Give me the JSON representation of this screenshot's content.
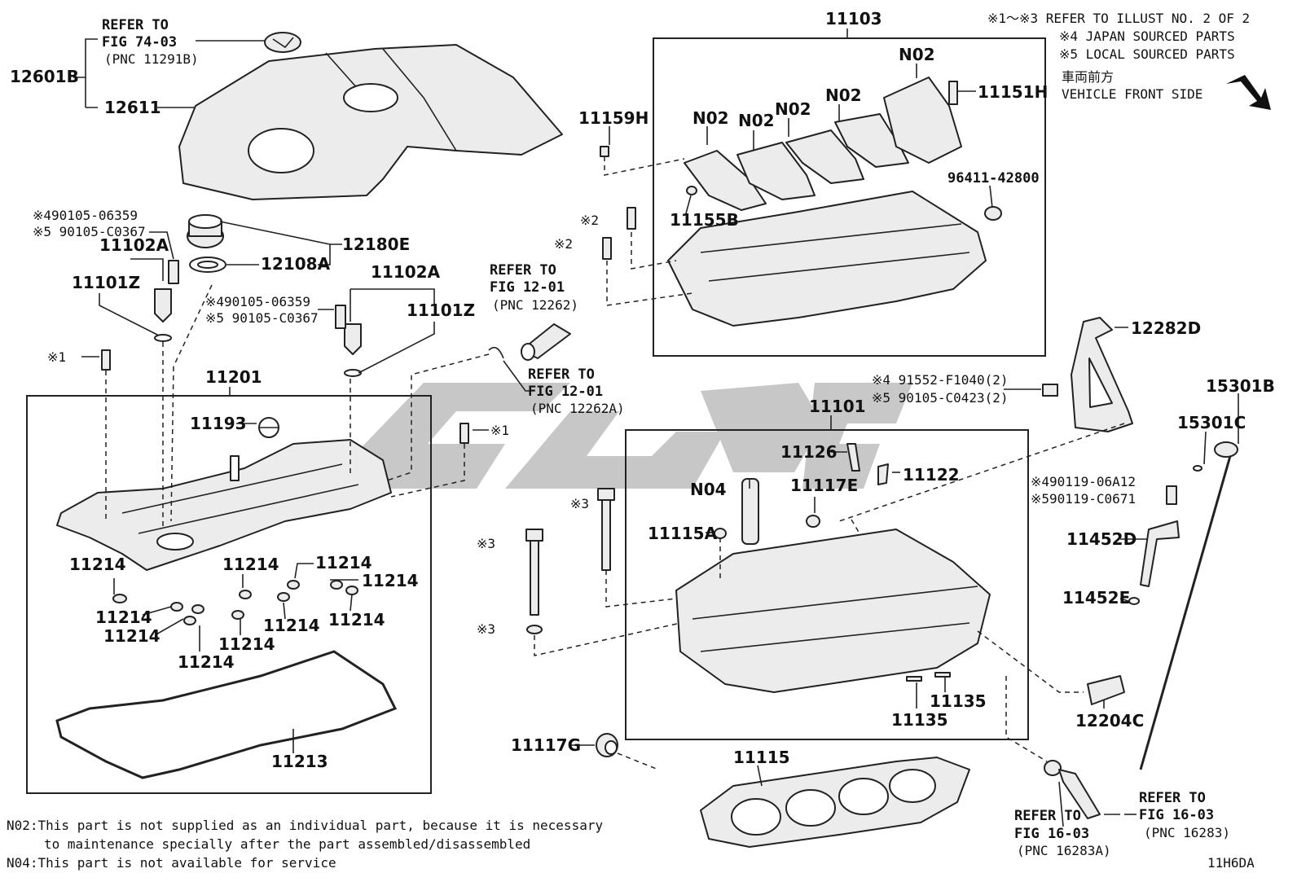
{
  "header": {
    "ref_line": "※1～※3 REFER TO ILLUST NO. 2 OF 2",
    "japan_line": "※4 JAPAN SOURCED PARTS",
    "local_line": "※5 LOCAL SOURCED PARTS",
    "jp_front": "車両前方",
    "front_side": "VEHICLE FRONT SIDE"
  },
  "refs": {
    "fig7403_a": "REFER TO",
    "fig7403_b": "FIG 74-03",
    "fig7403_c": "(PNC 11291B)",
    "fig1201_a": "REFER TO",
    "fig1201_b": "FIG 12-01",
    "fig1201_c": "(PNC 12262)",
    "fig1201b_a": "REFER TO",
    "fig1201b_b": "FIG 12-01",
    "fig1201b_c": "(PNC 12262A)",
    "fig1603a_a": "REFER TO",
    "fig1603a_b": "FIG 16-03",
    "fig1603a_c": "(PNC 16283A)",
    "fig1603_a": "REFER TO",
    "fig1603_b": "FIG 16-03",
    "fig1603_c": "(PNC 16283)"
  },
  "labels": {
    "p12601B": "12601B",
    "p12611": "12611",
    "p12180E": "12180E",
    "p12108A": "12108A",
    "bolt_a4": "※490105-06359",
    "bolt_a5": "※5 90105-C0367",
    "p11102A_1": "11102A",
    "p11101Z_1": "11101Z",
    "bolt_b4": "※490105-06359",
    "bolt_b5": "※5 90105-C0367",
    "p11102A_2": "11102A",
    "p11101Z_2": "11101Z",
    "mark1_a": "※1",
    "mark1_b": "※1",
    "p11201": "11201",
    "p11193": "11193",
    "p11214_a": "11214",
    "p11214_b": "11214",
    "p11214_c": "11214",
    "p11214_d": "11214",
    "p11214_e": "11214",
    "p11214_f": "11214",
    "p11214_g": "11214",
    "p11214_h": "11214",
    "p11214_i": "11214",
    "p11214_j": "11214",
    "p11213": "11213",
    "p11103": "11103",
    "n02_a": "N02",
    "n02_b": "N02",
    "n02_c": "N02",
    "n02_d": "N02",
    "n02_e": "N02",
    "p11151H": "11151H",
    "p11159H": "11159H",
    "p96411": "96411-42800",
    "mark2_a": "※2",
    "mark2_b": "※2",
    "p11155B": "11155B",
    "p12282D": "12282D",
    "bolt_c4": "※4 91552-F1040(2)",
    "bolt_c5": "※5 90105-C0423(2)",
    "p15301B": "15301B",
    "p15301C": "15301C",
    "p11101": "11101",
    "p11126": "11126",
    "p11122": "11122",
    "n04": "N04",
    "p11117E": "11117E",
    "p11115A": "11115A",
    "mark3_a": "※3",
    "mark3_b": "※3",
    "mark3_c": "※3",
    "bolt_d4": "※490119-06A12",
    "bolt_d5": "※590119-C0671",
    "p11452D": "11452D",
    "p11452E": "11452E",
    "p11135_a": "11135",
    "p11135_b": "11135",
    "p12204C": "12204C",
    "p11117G": "11117G",
    "p11115": "11115"
  },
  "footer": {
    "n02_note_1": "N02:This part is not supplied as an individual part, because it is necessary",
    "n02_note_2": "to maintenance specially after the part assembled/disassembled",
    "n04_note": "N04:This part is not available for service",
    "code": "11H6DA"
  },
  "colors": {
    "ink": "#111111",
    "part_fill": "#ececec",
    "watermark": "#9a9a9a"
  }
}
